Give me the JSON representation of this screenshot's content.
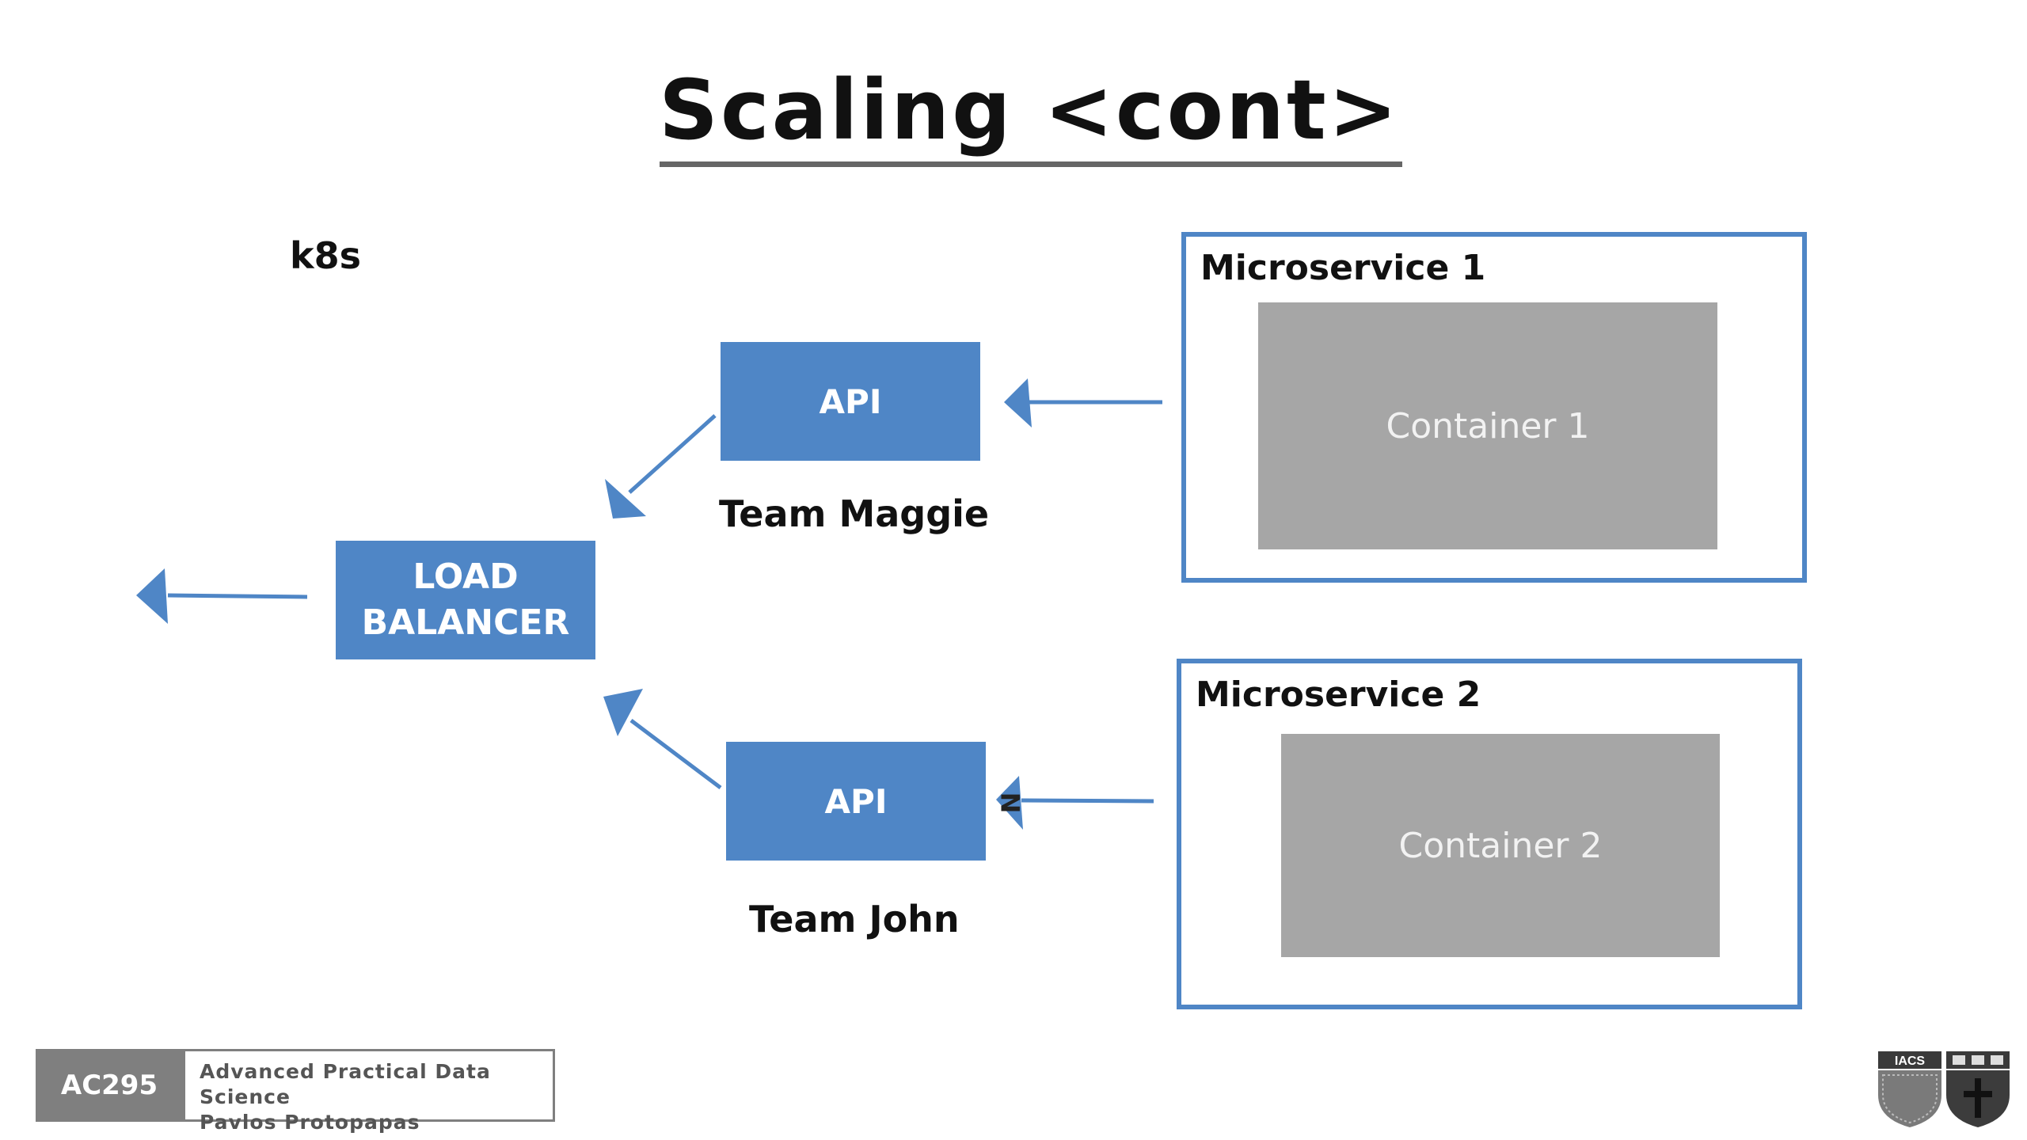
{
  "slide": {
    "title": "Scaling <cont>",
    "cluster_label": "k8s"
  },
  "diagram": {
    "load_balancer": [
      "LOAD",
      "BALANCER"
    ],
    "api_1": "API",
    "api_2": "API",
    "team_1": "Team Maggie",
    "team_2": "Team John",
    "microservice_1": {
      "title": "Microservice 1",
      "container": "Container 1"
    },
    "microservice_2": {
      "title": "Microservice 2",
      "container": "Container 2"
    },
    "stray_mark": "N"
  },
  "footer": {
    "course_code": "AC295",
    "course_name": "Advanced Practical Data Science",
    "instructor": "Pavlos Protopapas",
    "logo_text": "IACS"
  },
  "colors": {
    "accent_blue": "#4f86c6",
    "container_gray": "#a6a6a6",
    "footer_gray": "#7f7f7f"
  }
}
